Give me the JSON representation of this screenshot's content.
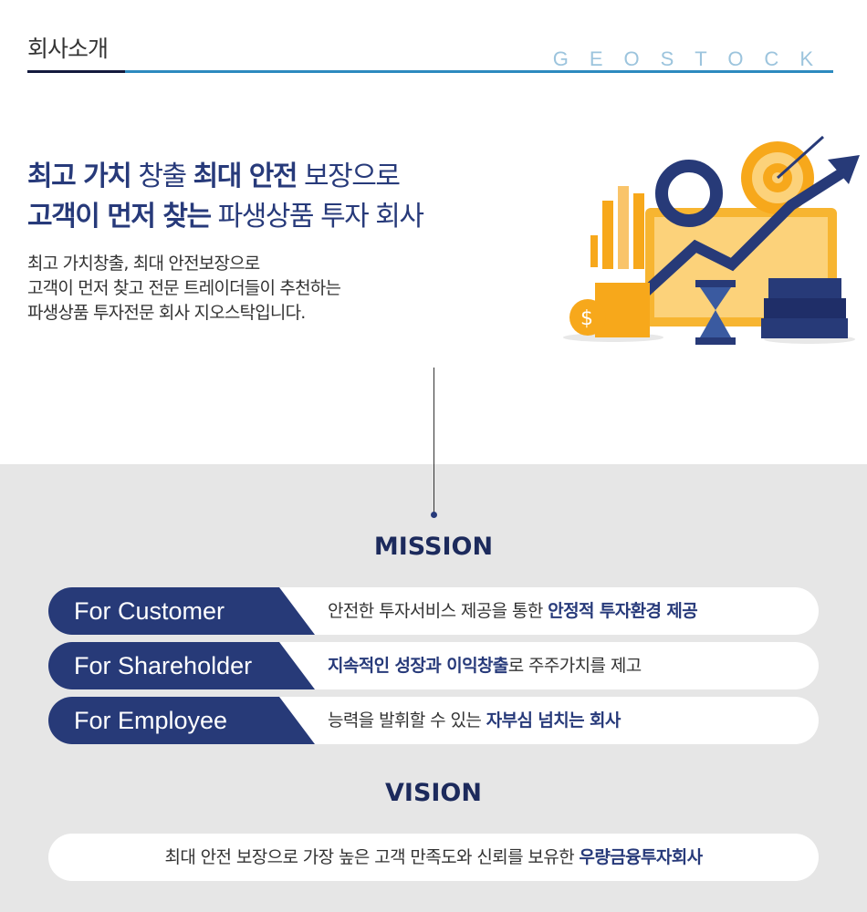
{
  "header": {
    "title": "회사소개",
    "brand": "GEOSTOCK"
  },
  "hero": {
    "line1": [
      {
        "t": "최고 가치",
        "b": true
      },
      {
        "t": " 창출 ",
        "b": false
      },
      {
        "t": "최대 안전",
        "b": true
      },
      {
        "t": " 보장으로",
        "b": false
      }
    ],
    "line2": [
      {
        "t": "고객이 먼저 찾는",
        "b": true
      },
      {
        "t": " 파생상품 투자 회사",
        "b": false
      }
    ],
    "description": [
      "최고 가치창출, 최대 안전보장으로",
      "고객이 먼저 찾고 전문 트레이더들이 추천하는",
      "파생상품 투자전문 회사 지오스탁입니다."
    ]
  },
  "mission": {
    "title": "MISSION",
    "items": [
      {
        "label": "For Customer",
        "text": [
          {
            "t": "안전한 투자서비스 제공을 통한 ",
            "b": false
          },
          {
            "t": "안정적 투자환경 제공",
            "b": true
          }
        ]
      },
      {
        "label": "For Shareholder",
        "text": [
          {
            "t": "지속적인 성장과 이익창출",
            "b": true
          },
          {
            "t": "로 주주가치를 제고",
            "b": false
          }
        ]
      },
      {
        "label": "For Employee",
        "text": [
          {
            "t": "능력을 발휘할 수 있는 ",
            "b": false
          },
          {
            "t": "자부심 넘치는 회사",
            "b": true
          }
        ]
      }
    ]
  },
  "vision": {
    "title": "VISION",
    "text": [
      {
        "t": "최대 안전 보장으로 가장 높은 고객 만족도와 신뢰를 보유한 ",
        "b": false
      },
      {
        "t": "우량금융투자회사",
        "b": true
      }
    ]
  },
  "colors": {
    "navy": "#273a78",
    "blue": "#2d8abf",
    "gray": "#e6e6e6"
  }
}
